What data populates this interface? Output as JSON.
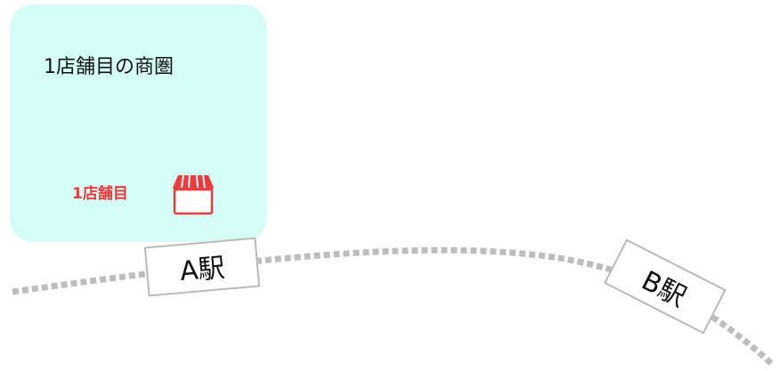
{
  "trade_area": {
    "title": "1店舗目の商圏",
    "store_label": "1店舗目",
    "store_icon": "store-awning-icon",
    "background_color": "#d4fdf8"
  },
  "stations": {
    "a": {
      "label": "A駅"
    },
    "b": {
      "label": "B駅"
    }
  },
  "colors": {
    "store_accent": "#ee3a3a",
    "rail": "#bdbdbd",
    "station_border": "#b9b9b9"
  }
}
